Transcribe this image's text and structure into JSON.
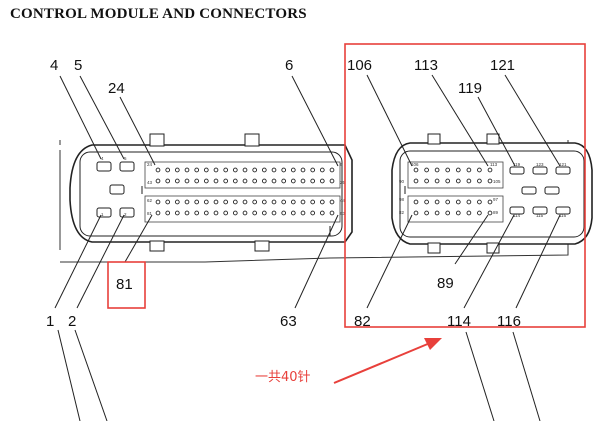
{
  "title": "CONTROL MODULE AND CONNECTORS",
  "colors": {
    "highlight": "#e8403b",
    "line": "#222222"
  },
  "callouts": {
    "top": [
      "4",
      "5",
      "24",
      "6",
      "106",
      "113",
      "119",
      "121"
    ],
    "bottom": [
      "1",
      "2",
      "81",
      "63",
      "82",
      "89",
      "114",
      "116"
    ]
  },
  "highlighted_pin": "81",
  "connector_a": {
    "pin_marks": {
      "tl1": "4",
      "tl2": "5",
      "bl1": "1",
      "bl2": "2",
      "r1_start": "24",
      "r1_end": "6",
      "r2_start": "43",
      "r2_end": "25",
      "r3_start": "62",
      "r3_end": "44",
      "r4_start": "81",
      "r4_end": "63"
    }
  },
  "connector_b": {
    "pin_marks": {
      "r1_start": "106",
      "r1_end": "113",
      "r2_start": "90",
      "r2_end": "105",
      "r3_start": "98",
      "r3_end": "97",
      "r4_start": "82",
      "r4_end": "89",
      "pos_119": "119",
      "pos_123": "123",
      "pos_121": "121",
      "pos_114": "114",
      "pos_115": "115",
      "pos_116": "116"
    }
  },
  "annotation": "一共40针"
}
